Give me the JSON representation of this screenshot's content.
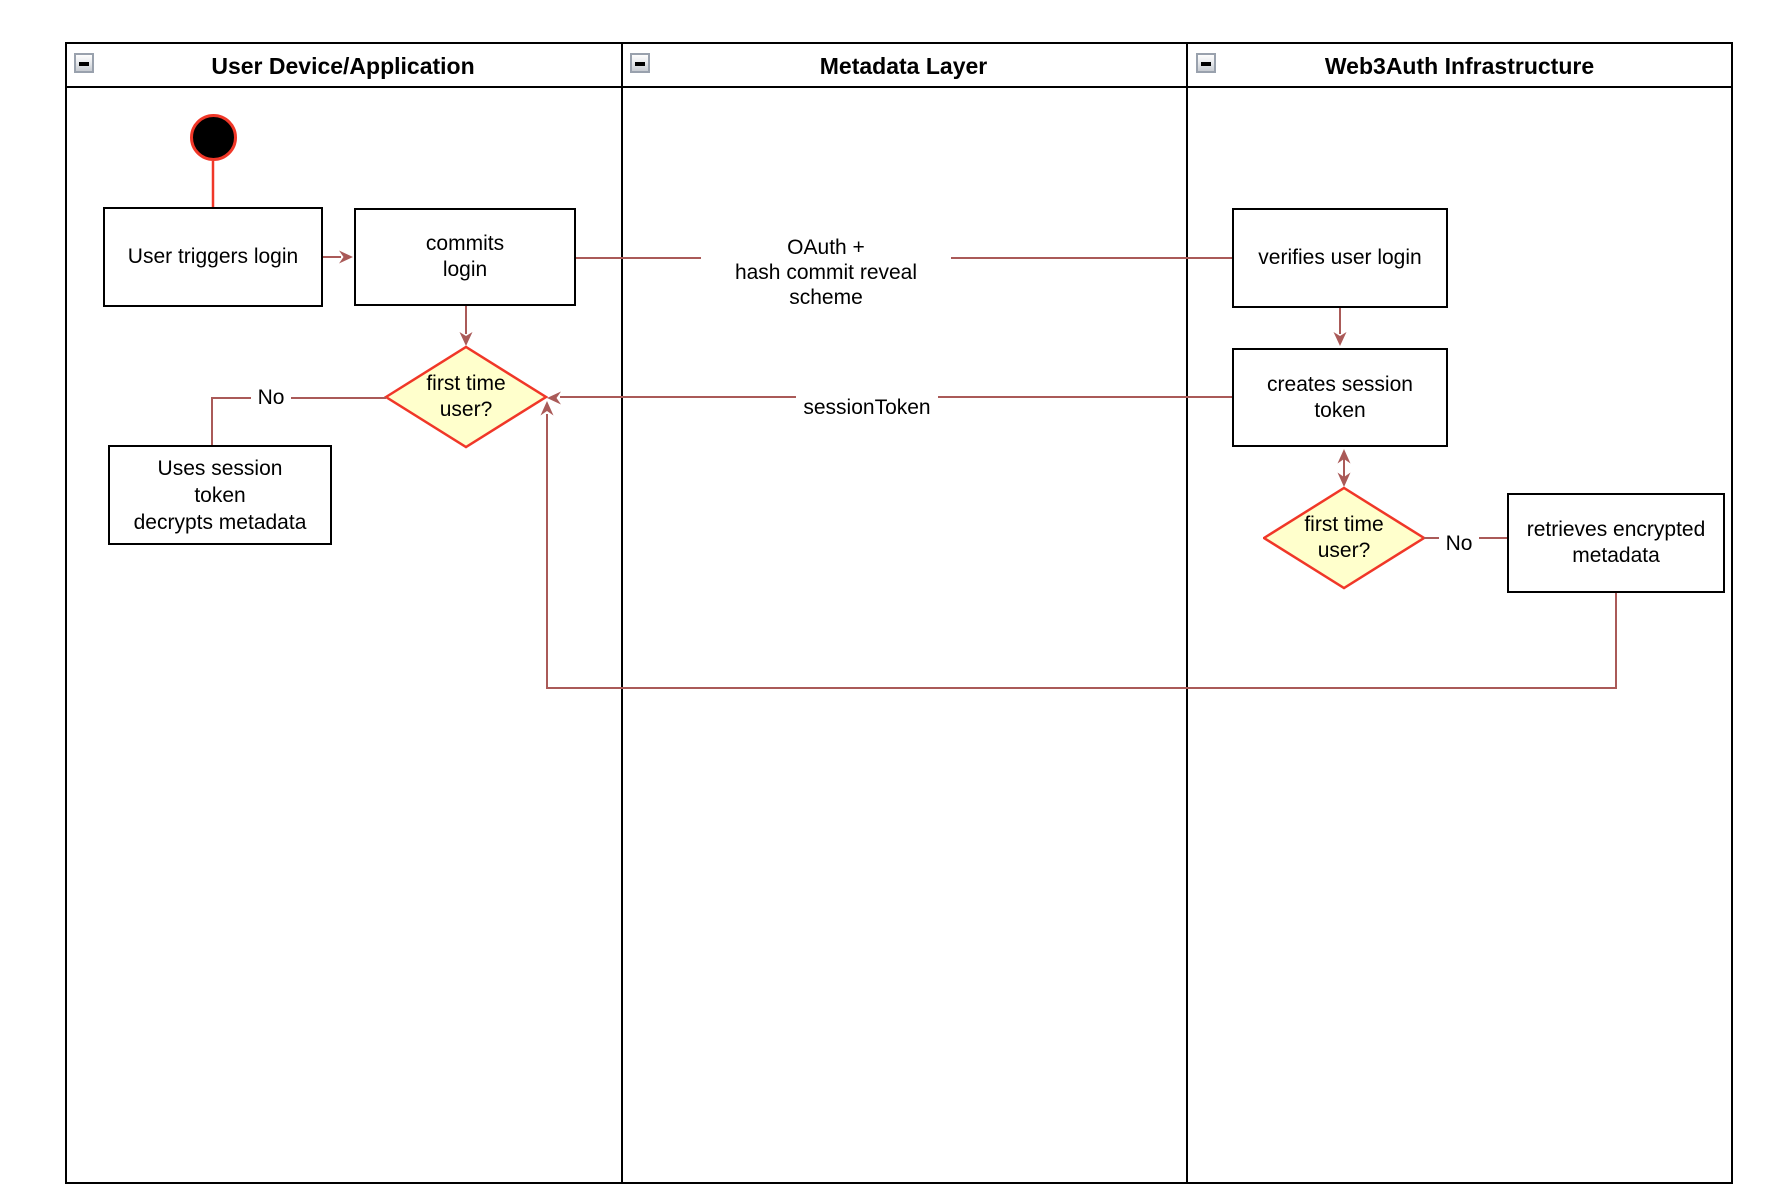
{
  "lanes": [
    {
      "title": "User Device/Application"
    },
    {
      "title": "Metadata Layer"
    },
    {
      "title": "Web3Auth Infrastructure"
    }
  ],
  "nodes": {
    "user_triggers_login": {
      "lines": [
        "User triggers login"
      ]
    },
    "commits_login": {
      "lines": [
        "commits",
        "login"
      ]
    },
    "first_time_user_device": {
      "lines": [
        "first time",
        "user?"
      ]
    },
    "uses_session_token": {
      "lines": [
        "Uses session",
        "token",
        "decrypts metadata"
      ]
    },
    "verifies_user_login": {
      "lines": [
        "verifies user login"
      ]
    },
    "creates_session_token": {
      "lines": [
        "creates session",
        "token"
      ]
    },
    "first_time_web3auth": {
      "lines": [
        "first time",
        "user?"
      ]
    },
    "retrieves_encrypted_metadata": {
      "lines": [
        "retrieves encrypted",
        "metadata"
      ]
    }
  },
  "edge_labels": {
    "oauth": {
      "lines": [
        "OAuth +",
        "hash commit reveal scheme"
      ]
    },
    "session_token": "sessionToken",
    "no_user_device": "No",
    "no_web3auth": "No"
  },
  "colors": {
    "connector": "#aa5a58",
    "decision_stroke": "#f03728",
    "decision_fill": "#ffffcc",
    "initial_fill": "#000000",
    "initial_stroke": "#f03728",
    "node_border": "#000000",
    "lane_border": "#000000",
    "text": "#000000"
  }
}
